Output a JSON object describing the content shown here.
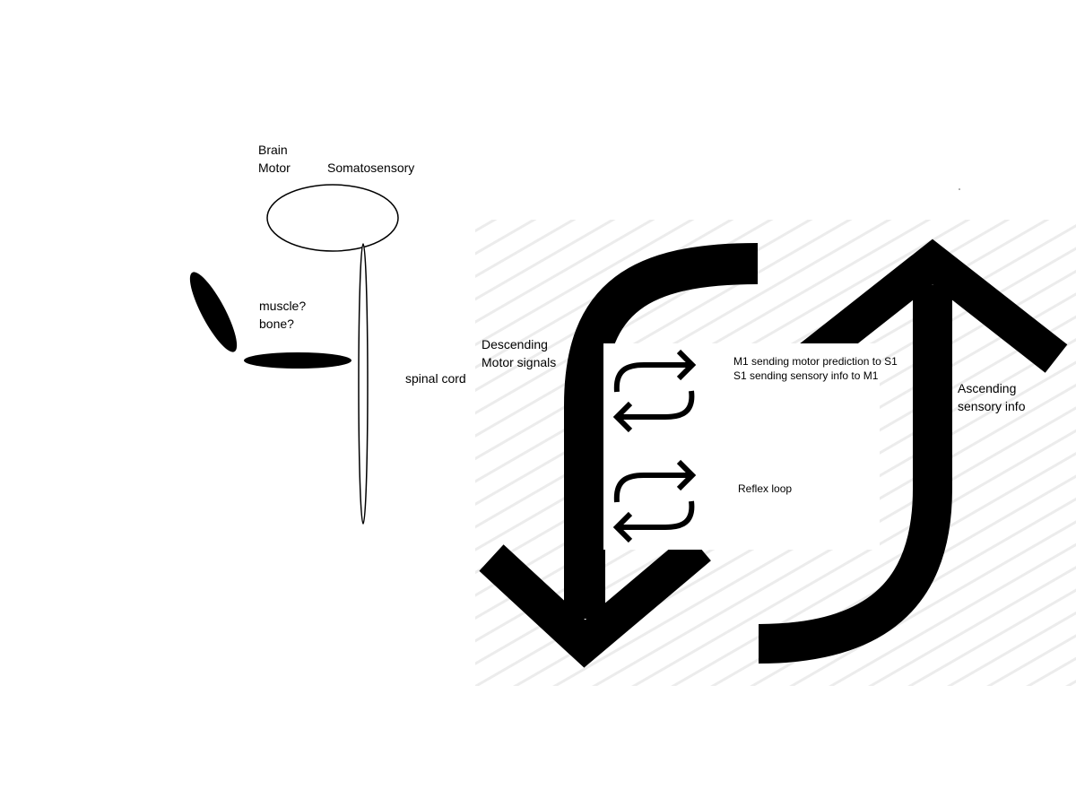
{
  "labels": {
    "brain": "Brain",
    "motor": "Motor",
    "somatosensory": "Somatosensory",
    "muscle": "muscle?",
    "bone": "bone?",
    "spinal_cord": "spinal cord",
    "descending_1": "Descending",
    "descending_2": "Motor signals",
    "ascending_1": "Ascending",
    "ascending_2": "sensory info",
    "m1_to_s1": "M1 sending motor prediction to S1",
    "s1_to_m1": "S1 sending sensory info to M1",
    "reflex": "Reflex loop"
  },
  "icons": {
    "descending": "down-arrow-icon",
    "ascending": "up-arrow-icon",
    "exchange": "repeat-icon",
    "reflex": "repeat-icon"
  },
  "colors": {
    "ink": "#000000",
    "background": "#ffffff",
    "hatch": "#efefef"
  }
}
